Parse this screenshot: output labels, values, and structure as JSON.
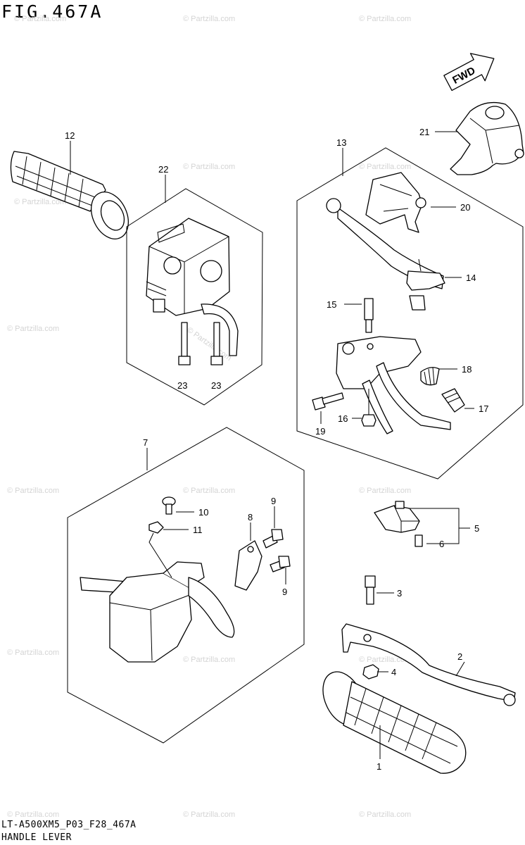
{
  "figure": {
    "title": "FIG.467A",
    "code": "LT-A500XM5_P03_F28_467A",
    "caption": "HANDLE LEVER"
  },
  "direction_arrow": {
    "text": "FWD"
  },
  "watermark": {
    "text": "© Partzilla.com"
  },
  "callouts": {
    "p1": "1",
    "p2": "2",
    "p3": "3",
    "p4": "4",
    "p5": "5",
    "p6": "6",
    "p7": "7",
    "p8": "8",
    "p9a": "9",
    "p9b": "9",
    "p10": "10",
    "p11": "11",
    "p12": "12",
    "p13": "13",
    "p14": "14",
    "p15": "15",
    "p16": "16",
    "p17": "17",
    "p18": "18",
    "p19": "19",
    "p20": "20",
    "p21": "21",
    "p22": "22",
    "p23a": "23",
    "p23b": "23"
  }
}
